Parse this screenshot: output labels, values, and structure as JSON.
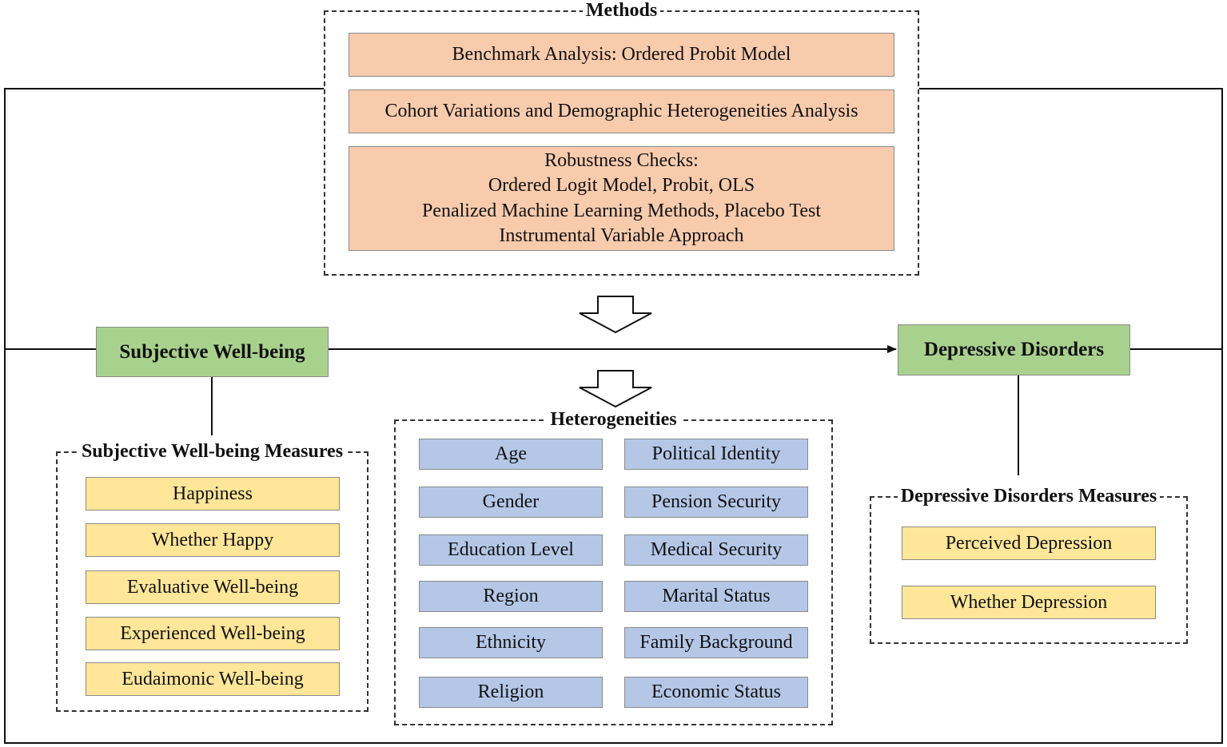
{
  "methods": {
    "title": "Methods",
    "items": [
      "Benchmark Analysis: Ordered Probit Model",
      "Cohort Variations and Demographic Heterogeneities Analysis"
    ],
    "robustness": [
      "Robustness Checks:",
      "Ordered Logit Model, Probit, OLS",
      "Penalized Machine Learning Methods, Placebo Test",
      "Instrumental Variable Approach"
    ]
  },
  "main": {
    "left": "Subjective Well-being",
    "right": "Depressive Disorders"
  },
  "swb_measures": {
    "title": "Subjective Well-being Measures",
    "items": [
      "Happiness",
      "Whether Happy",
      "Evaluative Well-being",
      "Experienced Well-being",
      "Eudaimonic Well-being"
    ]
  },
  "heterogeneities": {
    "title": "Heterogeneities",
    "left": [
      "Age",
      "Gender",
      "Education Level",
      "Region",
      "Ethnicity",
      "Religion"
    ],
    "right": [
      "Political Identity",
      "Pension Security",
      "Medical Security",
      "Marital Status",
      "Family Background",
      "Economic Status"
    ]
  },
  "dd_measures": {
    "title": "Depressive Disorders Measures",
    "items": [
      "Perceived Depression",
      "Whether Depression"
    ]
  },
  "colors": {
    "methods": "#f8cbad",
    "main": "#a9d18e",
    "swb_measures": "#ffe699",
    "heterogeneities": "#b4c7e7"
  }
}
